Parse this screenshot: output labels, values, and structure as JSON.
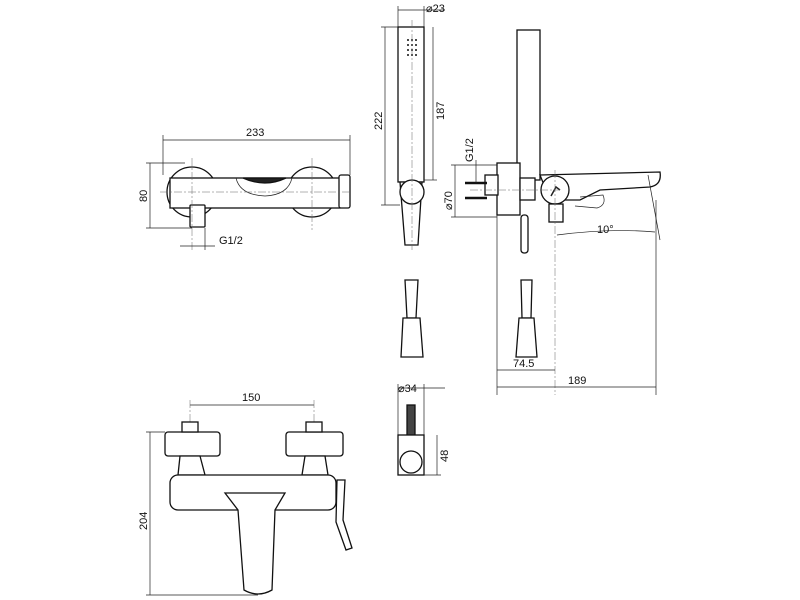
{
  "drawing": {
    "title": "Wall-mounted bath/shower mixer technical drawing",
    "dimensions": {
      "top_width": "233",
      "top_height": "80",
      "top_thread": "G1/2",
      "shower_diameter": "⌀23",
      "shower_length": "222",
      "shower_head_length": "187",
      "side_thread": "G1/2",
      "plate_diameter": "⌀70",
      "spout_angle": "10°",
      "spout_offset": "74.5",
      "overall_depth": "189",
      "center_distance": "150",
      "front_height": "204",
      "holder_diameter": "⌀34",
      "holder_height": "48"
    }
  }
}
